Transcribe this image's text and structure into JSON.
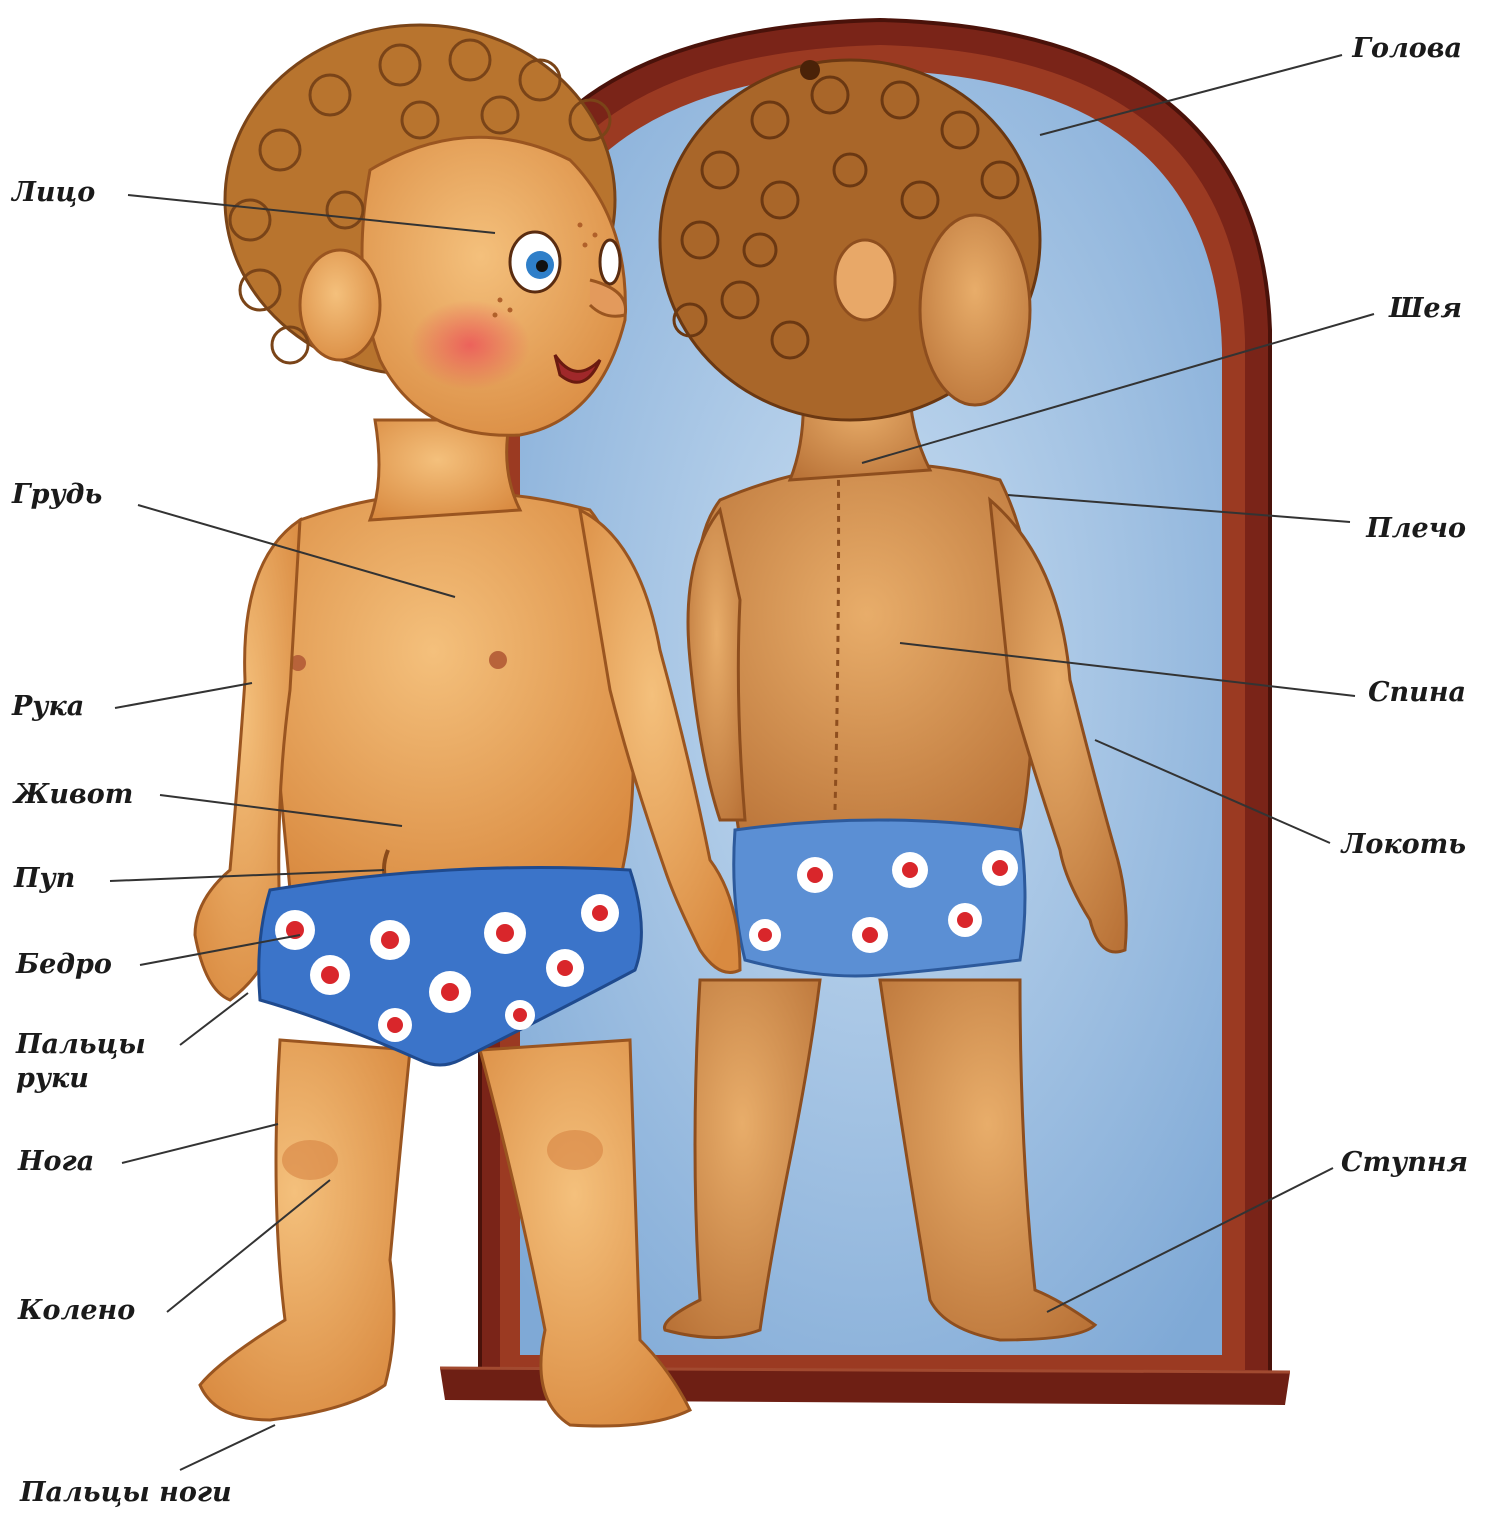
{
  "labels": {
    "left": {
      "face": "Лицо",
      "chest": "Грудь",
      "arm": "Рука",
      "belly": "Живот",
      "navel": "Пуп",
      "thigh": "Бедро",
      "fingers_line1": "Пальцы",
      "fingers_line2": "руки",
      "leg": "Нога",
      "knee": "Колено",
      "toes": "Пальцы ноги"
    },
    "right": {
      "head": "Голова",
      "neck": "Шея",
      "shoulder": "Плечо",
      "back": "Спина",
      "elbow": "Локоть",
      "foot": "Ступня"
    }
  },
  "colors": {
    "skin": "#e9a35a",
    "skin_shadow": "#c77a38",
    "hair": "#b8742e",
    "hair_dark": "#7a4418",
    "briefs": "#3b74c9",
    "dots": "#ffffff",
    "dot_center": "#d9262b",
    "mirror_glass": "#a9c8e8",
    "mirror_frame": "#7a2418",
    "cheek": "#e8575a",
    "eye": "#2f7fc9",
    "leader_line": "#333333",
    "text": "#1a1a1a"
  }
}
